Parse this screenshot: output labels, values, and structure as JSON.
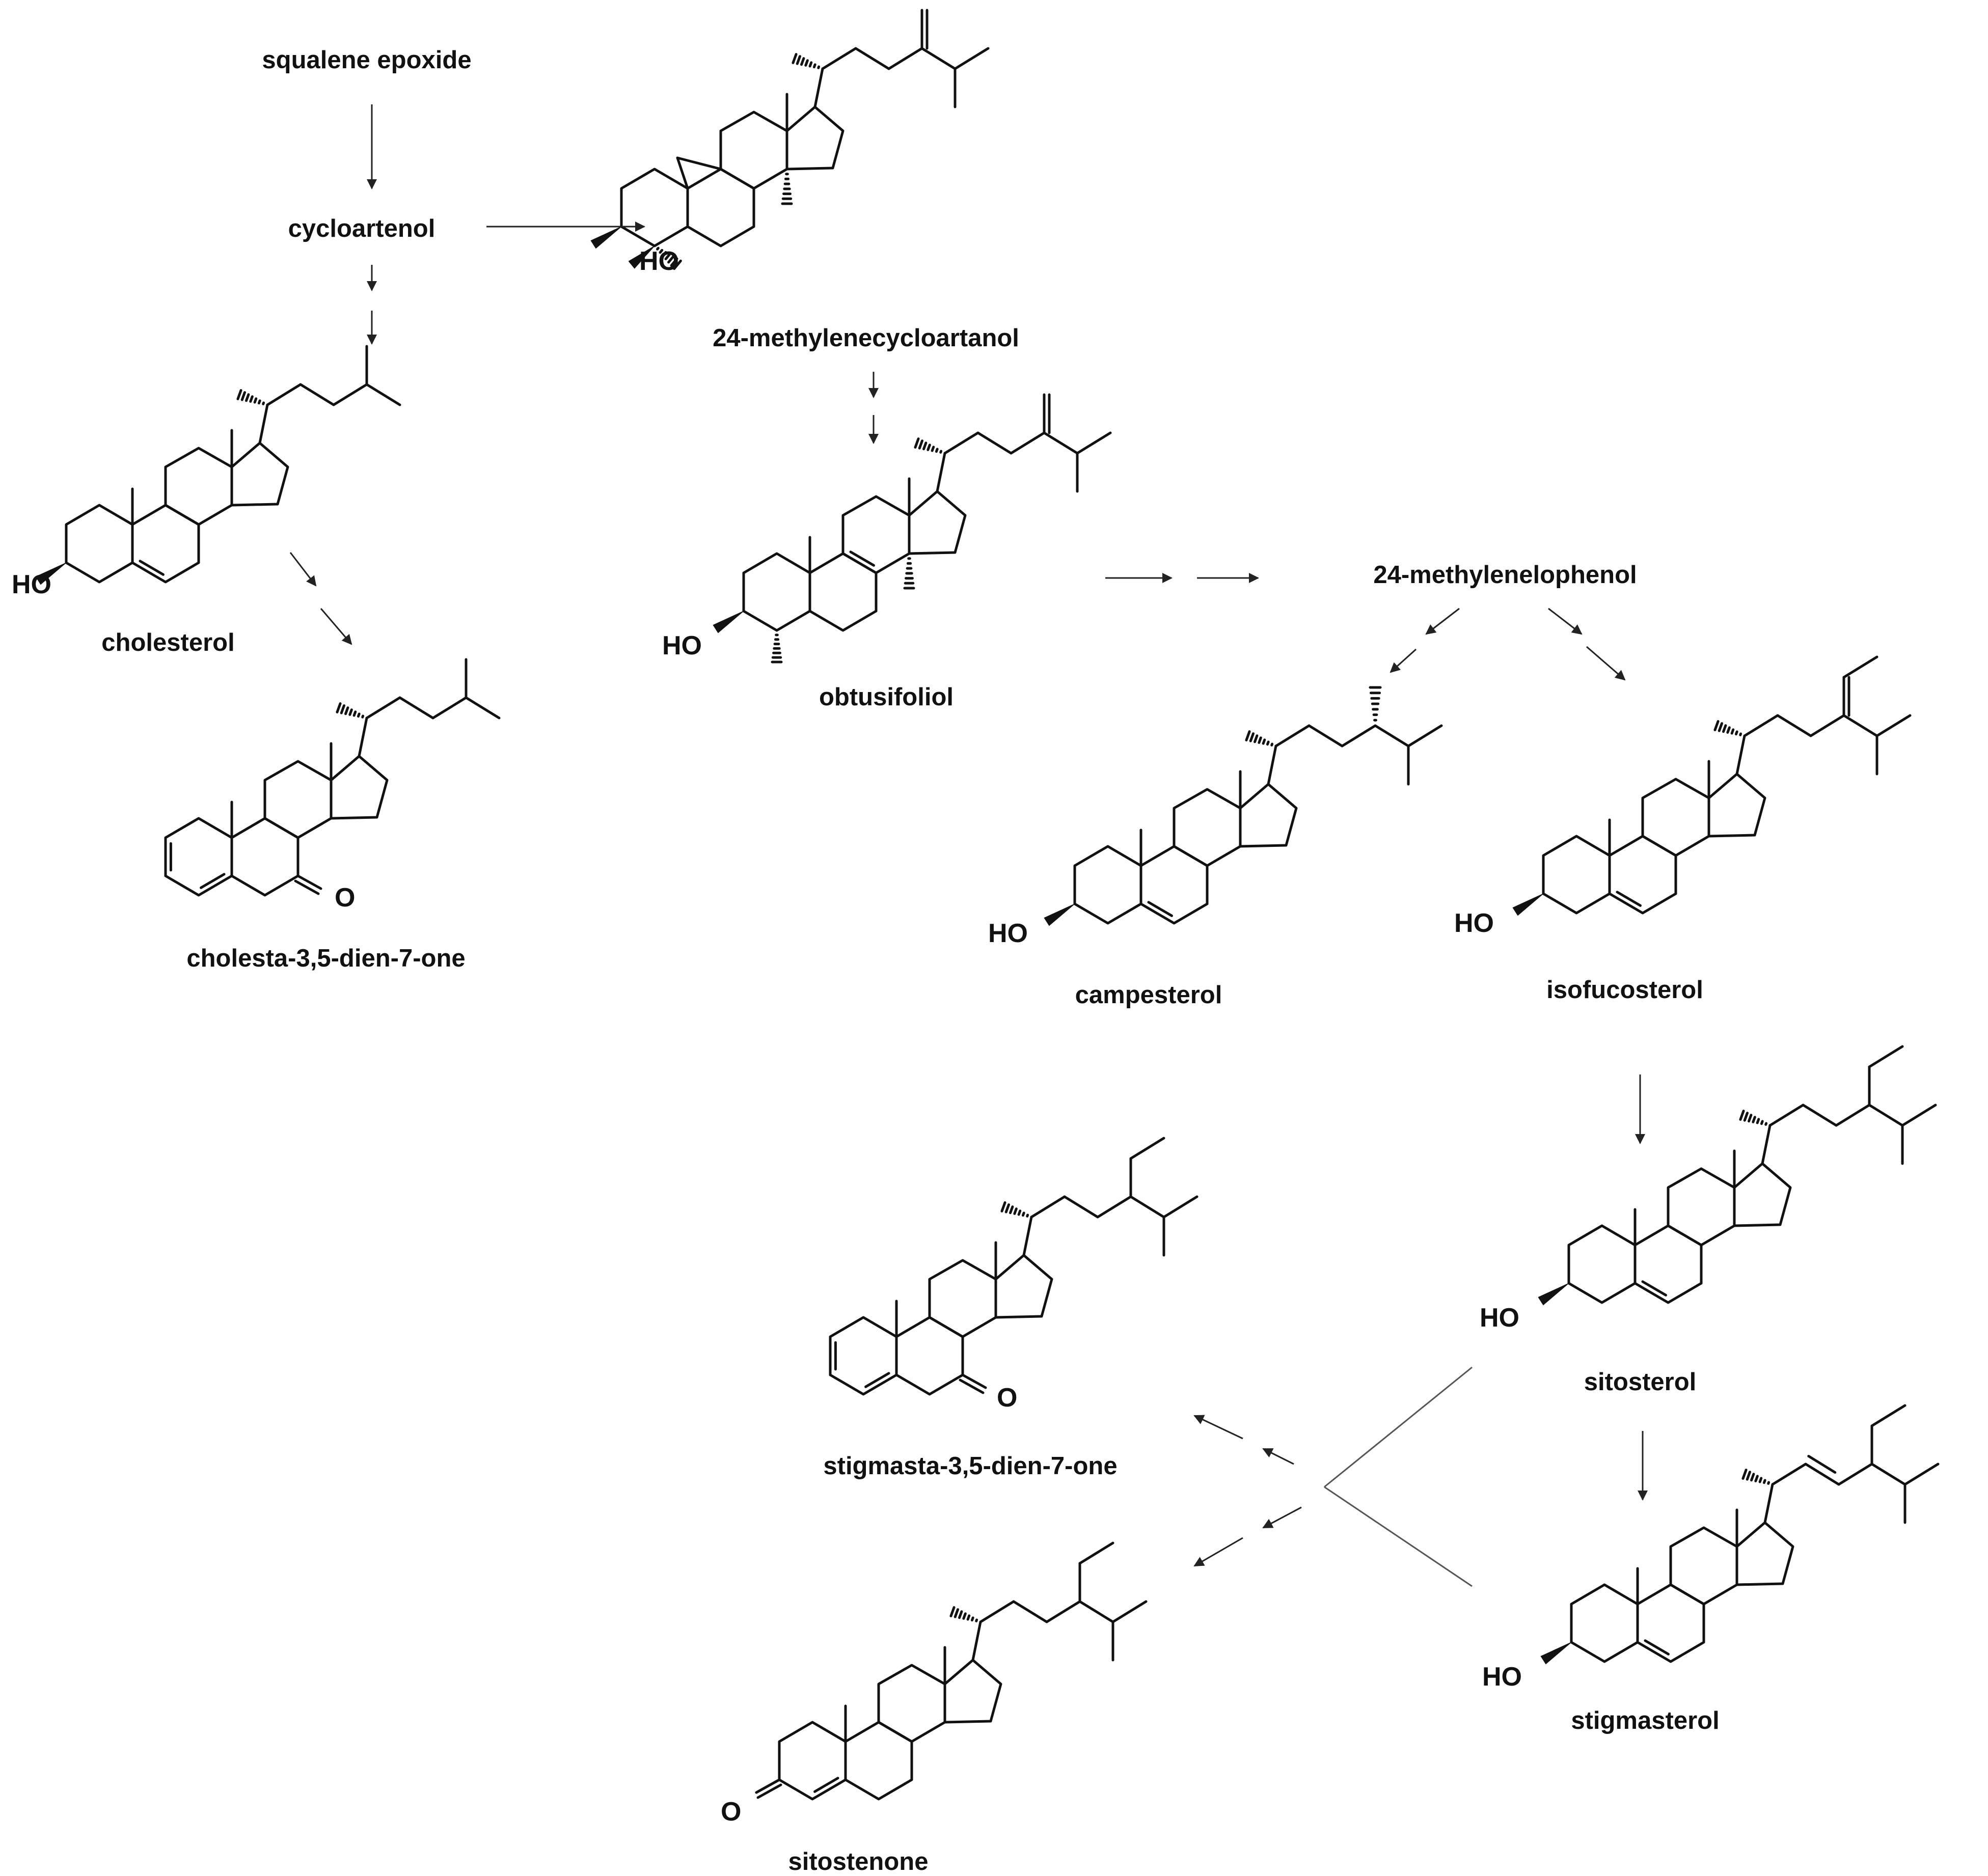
{
  "title": "",
  "compounds": [
    {
      "id": "squalene_epoxide",
      "label": "squalene epoxide"
    },
    {
      "id": "cycloartenol",
      "label": "cycloartenol"
    },
    {
      "id": "methylenecycloartanol",
      "label": "24-methylenecycloartanol"
    },
    {
      "id": "cholesterol",
      "label": "cholesterol"
    },
    {
      "id": "cholestadienone",
      "label": "cholesta-3,5-dien-7-one"
    },
    {
      "id": "obtusifoliol",
      "label": "obtusifoliol"
    },
    {
      "id": "methylenelophenol",
      "label": "24-methylenelophenol"
    },
    {
      "id": "campesterol",
      "label": "campesterol"
    },
    {
      "id": "isofucosterol",
      "label": "isofucosterol"
    },
    {
      "id": "sitosterol",
      "label": "sitosterol"
    },
    {
      "id": "stigmasterol",
      "label": "stigmasterol"
    },
    {
      "id": "stigmastadienone",
      "label": "stigmasta-3,5-dien-7-one"
    },
    {
      "id": "sitostenone",
      "label": "sitostenone"
    }
  ],
  "atom_labels": {
    "hydroxyl": "HO",
    "ketone": "O"
  },
  "arrows": [
    {
      "from": "squalene_epoxide",
      "to": "cycloartenol",
      "steps": 1
    },
    {
      "from": "cycloartenol",
      "to": "methylenecycloartanol",
      "steps": 1
    },
    {
      "from": "cycloartenol",
      "to": "cholesterol",
      "steps": 2
    },
    {
      "from": "cholesterol",
      "to": "cholestadienone",
      "steps": 2
    },
    {
      "from": "methylenecycloartanol",
      "to": "obtusifoliol",
      "steps": 2
    },
    {
      "from": "obtusifoliol",
      "to": "methylenelophenol",
      "steps": 2
    },
    {
      "from": "methylenelophenol",
      "to": "campesterol",
      "steps": 2
    },
    {
      "from": "methylenelophenol",
      "to": "isofucosterol",
      "steps": 2
    },
    {
      "from": "isofucosterol",
      "to": "sitosterol",
      "steps": 1
    },
    {
      "from": "sitosterol",
      "to": "stigmasterol",
      "steps": 1
    },
    {
      "from": "sitosterol",
      "to": "stigmastadienone",
      "steps": 2
    },
    {
      "from": "stigmasterol",
      "to": "sitostenone",
      "steps": 2
    }
  ]
}
